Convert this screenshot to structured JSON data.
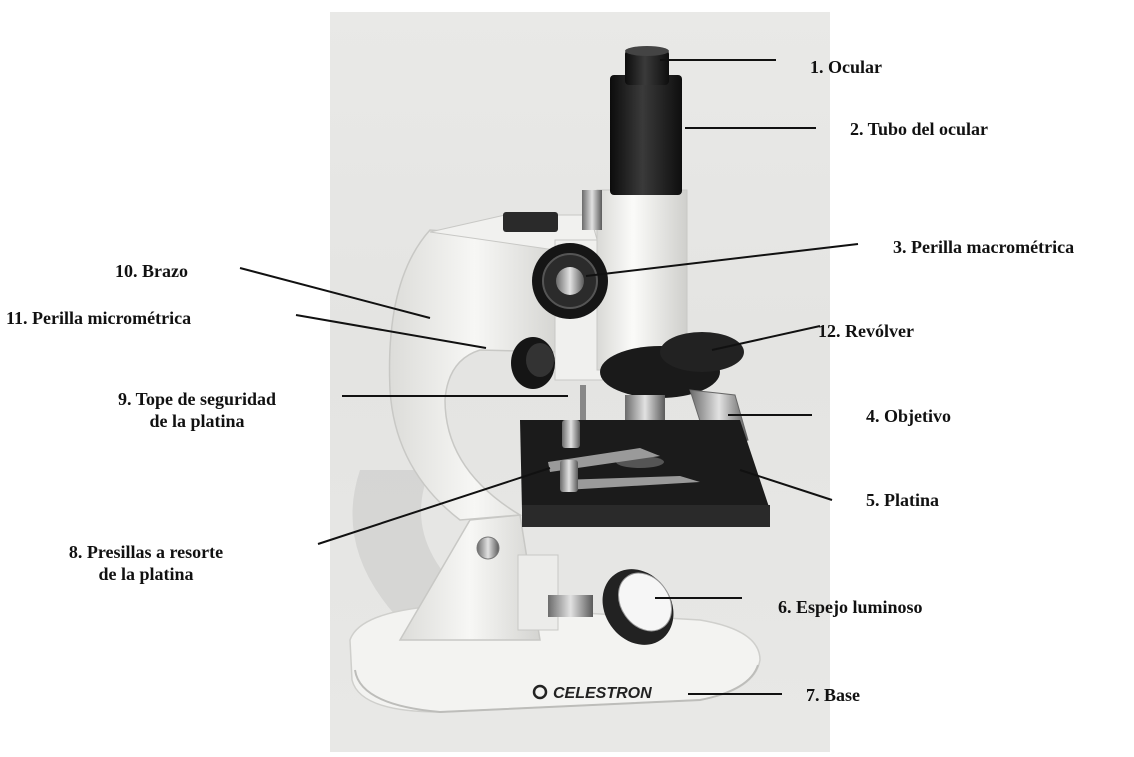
{
  "labels": [
    {
      "id": "ocular",
      "text": "1. Ocular"
    },
    {
      "id": "tubo",
      "text": "2. Tubo del ocular"
    },
    {
      "id": "macro",
      "text": "3. Perilla macrométrica"
    },
    {
      "id": "objetivo",
      "text": "4. Objetivo"
    },
    {
      "id": "platina",
      "text": "5. Platina"
    },
    {
      "id": "espejo",
      "text": "6. Espejo luminoso"
    },
    {
      "id": "base",
      "text": "7. Base"
    },
    {
      "id": "presillas",
      "lines": [
        "8. Presillas a resorte",
        "de la platina"
      ]
    },
    {
      "id": "tope",
      "lines": [
        "9. Tope de seguridad",
        "de la platina"
      ]
    },
    {
      "id": "brazo",
      "text": "10.  Brazo"
    },
    {
      "id": "micro",
      "text": "11. Perilla micrométrica"
    },
    {
      "id": "revolver",
      "text": "12. Revólver"
    }
  ],
  "brand": {
    "logo_text": "CELESTRON"
  },
  "colors": {
    "label_text": "#111111",
    "leader_line": "#111111",
    "body_white": "#f4f4f2",
    "metal_black": "#1c1c1c",
    "background": "#e7e7e5"
  }
}
